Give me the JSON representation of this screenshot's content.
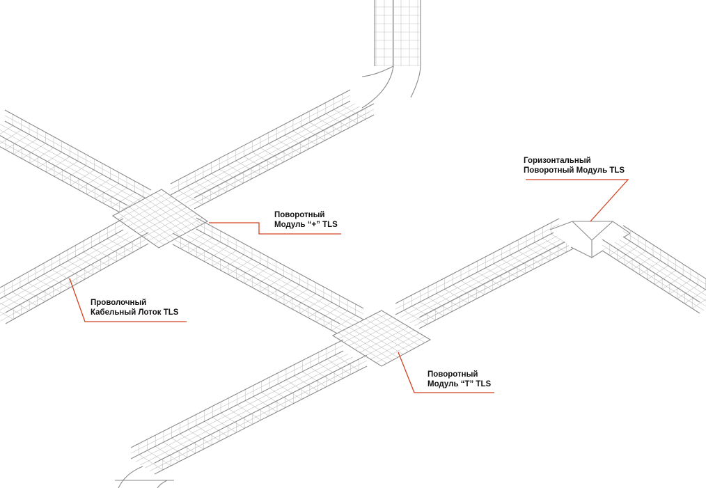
{
  "colors": {
    "leader": "#d2411f",
    "tray_outline": "#8a8a8a",
    "tray_grid": "#c2c2c2",
    "background": "#ffffff"
  },
  "labels": {
    "cross_module": {
      "line1": "Поворотный",
      "line2": "Модуль “+” TLS"
    },
    "wire_tray": {
      "line1": "Проволочный",
      "line2": "Кабельный Лоток TLS"
    },
    "horizontal_module": {
      "line1": "Горизонтальный",
      "line2": "Поворотный Модуль TLS"
    },
    "tee_module": {
      "line1": "Поворотный",
      "line2": "Модуль “T” TLS"
    }
  }
}
